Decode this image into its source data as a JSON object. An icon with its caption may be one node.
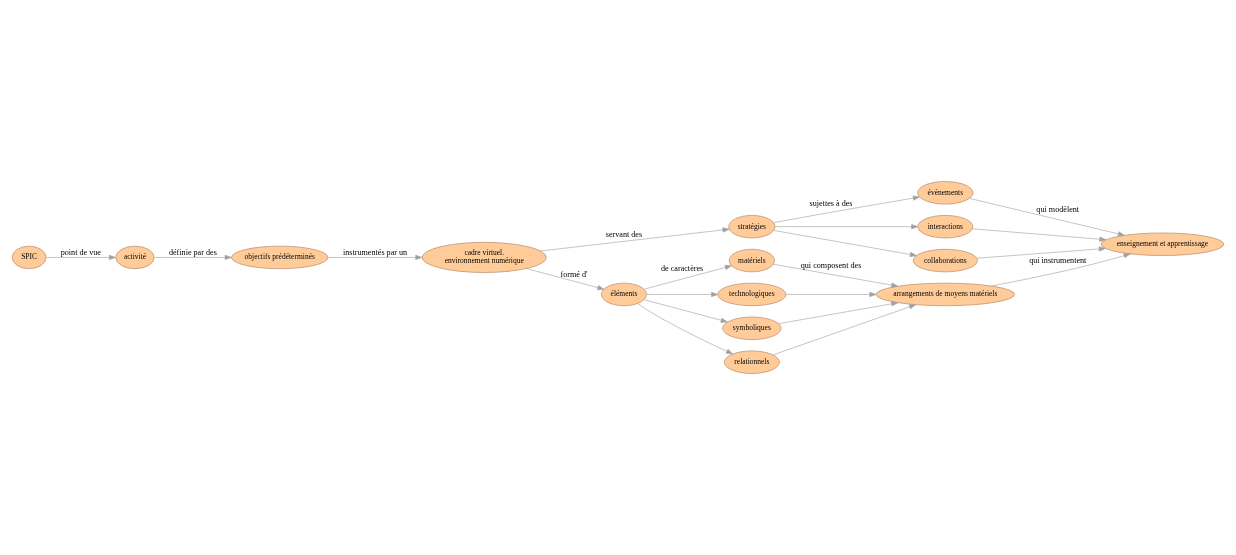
{
  "diagram": {
    "nodes": [
      {
        "text": [
          "SPIC"
        ]
      },
      {
        "text": [
          "activité"
        ]
      },
      {
        "text": [
          "objectifs prédéterminés"
        ]
      },
      {
        "text": [
          "cadre virtuel.",
          "environnement numérique"
        ]
      },
      {
        "text": [
          "stratégies"
        ]
      },
      {
        "text": [
          "évènements"
        ]
      },
      {
        "text": [
          "interactions"
        ]
      },
      {
        "text": [
          "collaborations"
        ]
      },
      {
        "text": [
          "enseignement et apprentissage"
        ]
      },
      {
        "text": [
          "éléments"
        ]
      },
      {
        "text": [
          "matériels"
        ]
      },
      {
        "text": [
          "technologiques"
        ]
      },
      {
        "text": [
          "symboliques"
        ]
      },
      {
        "text": [
          "relationnels"
        ]
      },
      {
        "text": [
          "arrangements de moyens matériels"
        ]
      }
    ],
    "edges": [
      {
        "from": 0,
        "to": 1,
        "arrow": "to",
        "label": "point de vue"
      },
      {
        "from": 1,
        "to": 2,
        "arrow": "to",
        "label": "définie par des"
      },
      {
        "from": 2,
        "to": 3,
        "arrow": "to",
        "label": "instrumentés par un"
      },
      {
        "from": 3,
        "to": 4,
        "arrow": "to",
        "label": "servant des"
      },
      {
        "from": 4,
        "to": 5,
        "arrow": "to",
        "label": "sujettes à des"
      },
      {
        "from": 4,
        "to": 6,
        "arrow": "to"
      },
      {
        "from": 4,
        "to": 7,
        "arrow": "to"
      },
      {
        "from": 5,
        "to": 8,
        "arrow": "to",
        "label": "qui modèlent"
      },
      {
        "from": 6,
        "to": 8,
        "arrow": "to"
      },
      {
        "from": 7,
        "to": 8,
        "arrow": "to"
      },
      {
        "from": 3,
        "to": 9,
        "arrow": "to",
        "label": "formé d'"
      },
      {
        "from": 9,
        "to": 10,
        "arrow": "to",
        "label": "de caractères"
      },
      {
        "from": 9,
        "to": 11,
        "arrow": "to"
      },
      {
        "from": 9,
        "to": 12,
        "arrow": "to"
      },
      {
        "from": 9,
        "to": 13,
        "arrow": "to"
      },
      {
        "from": 10,
        "to": 14,
        "arrow": "to",
        "label": "qui composent des"
      },
      {
        "from": 11,
        "to": 14,
        "arrow": "to"
      },
      {
        "from": 12,
        "to": 14,
        "arrow": "to"
      },
      {
        "from": 13,
        "to": 14,
        "arrow": "to"
      },
      {
        "from": 14,
        "to": 8,
        "arrow": "to",
        "label": "qui instrumentent"
      }
    ]
  }
}
